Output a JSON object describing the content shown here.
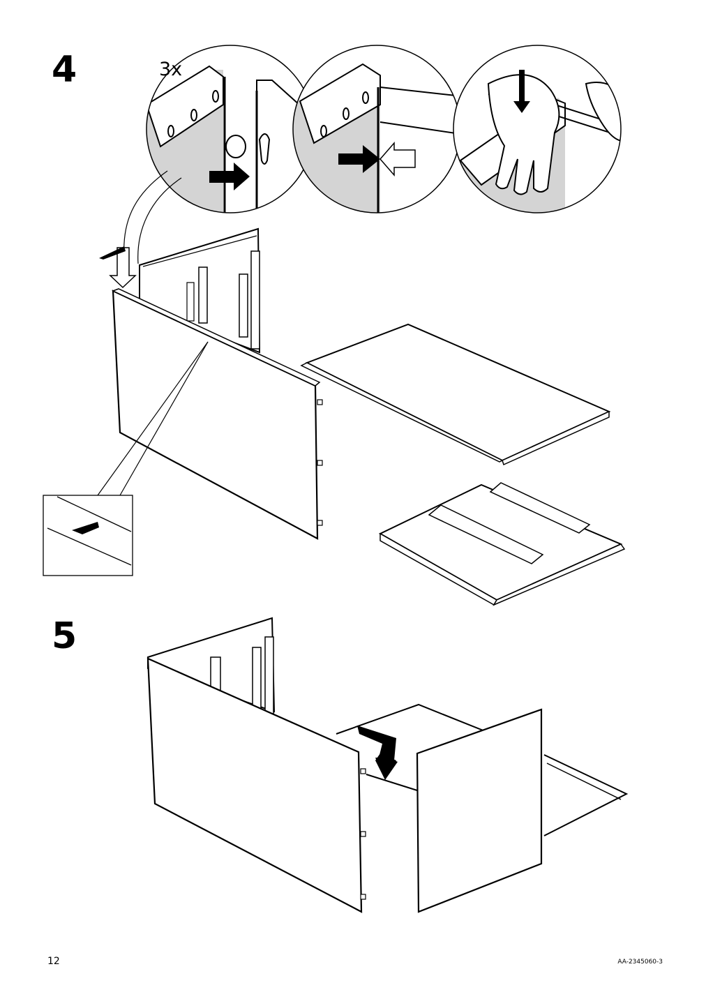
{
  "steps": [
    {
      "number": "4",
      "quantity_label": "3x"
    },
    {
      "number": "5"
    }
  ],
  "footer": {
    "page_number": "12",
    "document_code": "AA-2345060-3"
  }
}
